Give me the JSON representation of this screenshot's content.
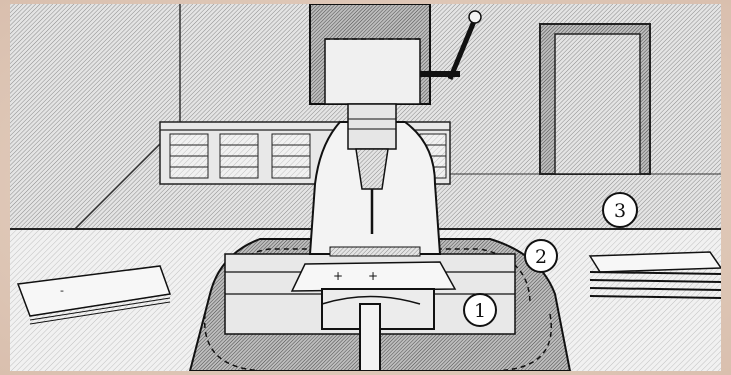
{
  "illustration": {
    "callouts": [
      {
        "number": "1"
      },
      {
        "number": "2"
      },
      {
        "number": "3"
      }
    ]
  }
}
